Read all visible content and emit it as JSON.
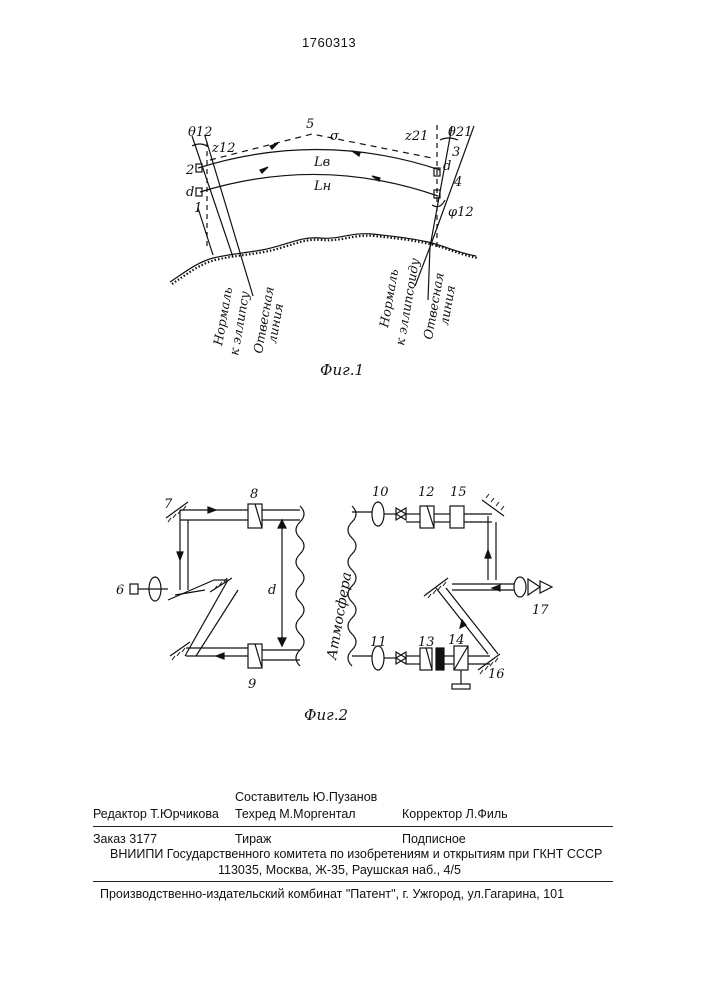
{
  "header": {
    "patent_number": "1760313"
  },
  "fig1": {
    "caption": "Фиг.1",
    "labels": {
      "theta12": "θ12",
      "z12": "z12",
      "n5": "5",
      "sigma": "σ",
      "z21": "z21",
      "theta21": "θ21",
      "n3": "3",
      "n2": "2",
      "d_left": "d",
      "n1": "1",
      "Lv": "Lв",
      "Ln": "Lн",
      "d_right": "d",
      "n4": "4",
      "phi12": "φ12"
    },
    "left_rot_labels": [
      "Нормаль",
      "к эллипсу",
      "Отвесная",
      "линия"
    ],
    "right_rot_labels": [
      "Нормаль",
      "к эллипсоиду",
      "Отвесная",
      "линия"
    ]
  },
  "fig2": {
    "caption": "Фиг.2",
    "atmosphere": "Атмосфера",
    "labels": {
      "n6": "6",
      "n7": "7",
      "n8": "8",
      "n9": "9",
      "d": "d",
      "n10": "10",
      "n11": "11",
      "n12": "12",
      "n13": "13",
      "n14": "14",
      "n15": "15",
      "n16": "16",
      "n17": "17"
    }
  },
  "imprint": {
    "compiler": "Составитель  Ю.Пузанов",
    "editor": "Редактор  Т.Юрчикова",
    "techeditor": "Техред М.Моргентал",
    "corrector": "Корректор  Л.Филь",
    "order": "Заказ  3177",
    "circulation": "Тираж",
    "subscription": "Подписное",
    "vniipi": "ВНИИПИ Государственного комитета по изобретениям и открытиям при ГКНТ СССР",
    "address": "113035, Москва, Ж-35, Раушская наб., 4/5",
    "publisher": "Производственно-издательский комбинат \"Патент\", г. Ужгород, ул.Гагарина, 101"
  }
}
